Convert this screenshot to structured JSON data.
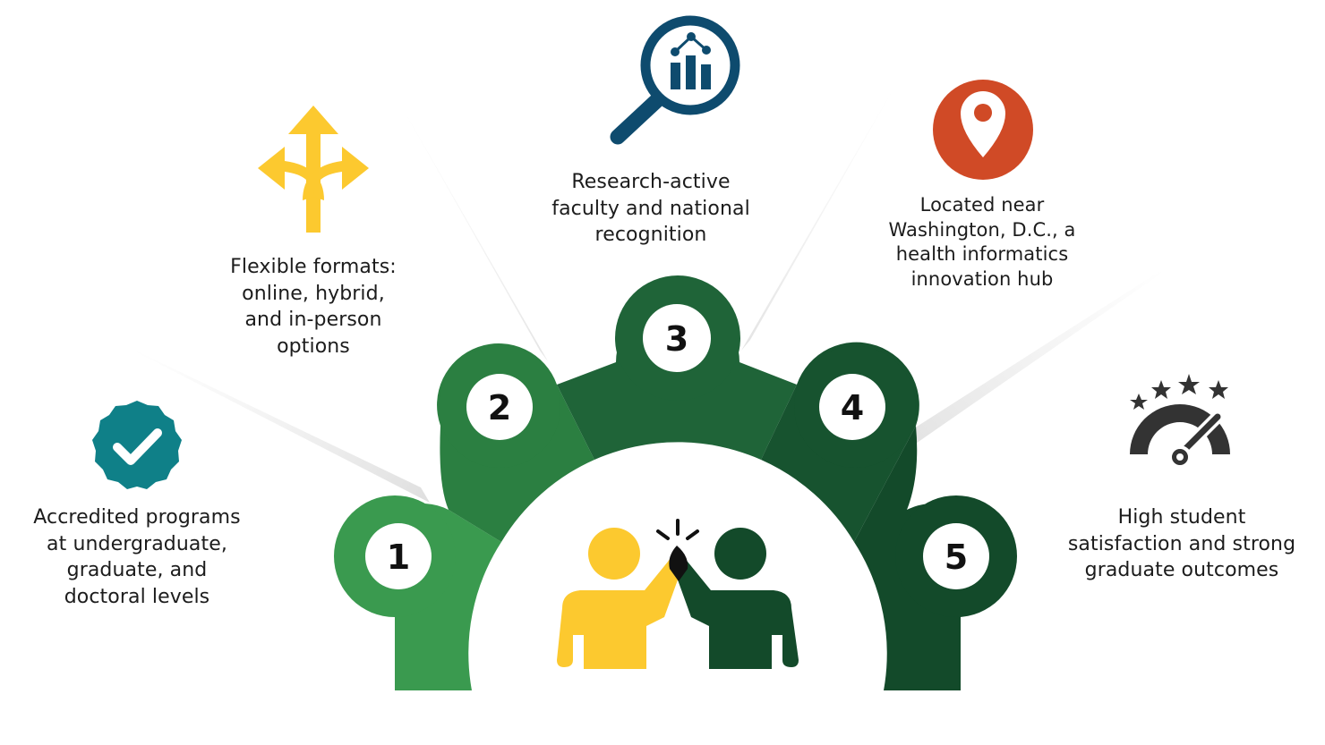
{
  "items": [
    {
      "number": "1",
      "text": "Accredited programs\nat undergraduate,\ngraduate, and\ndoctoral levels",
      "icon": "verified-badge-icon"
    },
    {
      "number": "2",
      "text": "Flexible formats:\nonline, hybrid,\nand in-person\noptions",
      "icon": "split-arrows-icon"
    },
    {
      "number": "3",
      "text": "Research-active\nfaculty and national\nrecognition",
      "icon": "magnifier-chart-icon"
    },
    {
      "number": "4",
      "text": "Located near\nWashington, D.C., a\nhealth informatics\ninnovation hub",
      "icon": "location-pin-icon"
    },
    {
      "number": "5",
      "text": "High student\nsatisfaction and strong\ngraduate outcomes",
      "icon": "gauge-stars-icon"
    }
  ],
  "center_icon": "high-five-icon",
  "colors": {
    "segment_1": "#3a9a4f",
    "segment_2": "#2b7f41",
    "segment_3": "#1f6438",
    "segment_4": "#17532f",
    "segment_5": "#134a2a",
    "yellow": "#fcc92f",
    "navy": "#0e4b6e",
    "teal": "#0f8088",
    "orange": "#d04a26",
    "charcoal": "#333333",
    "person_green": "#134a2a"
  }
}
